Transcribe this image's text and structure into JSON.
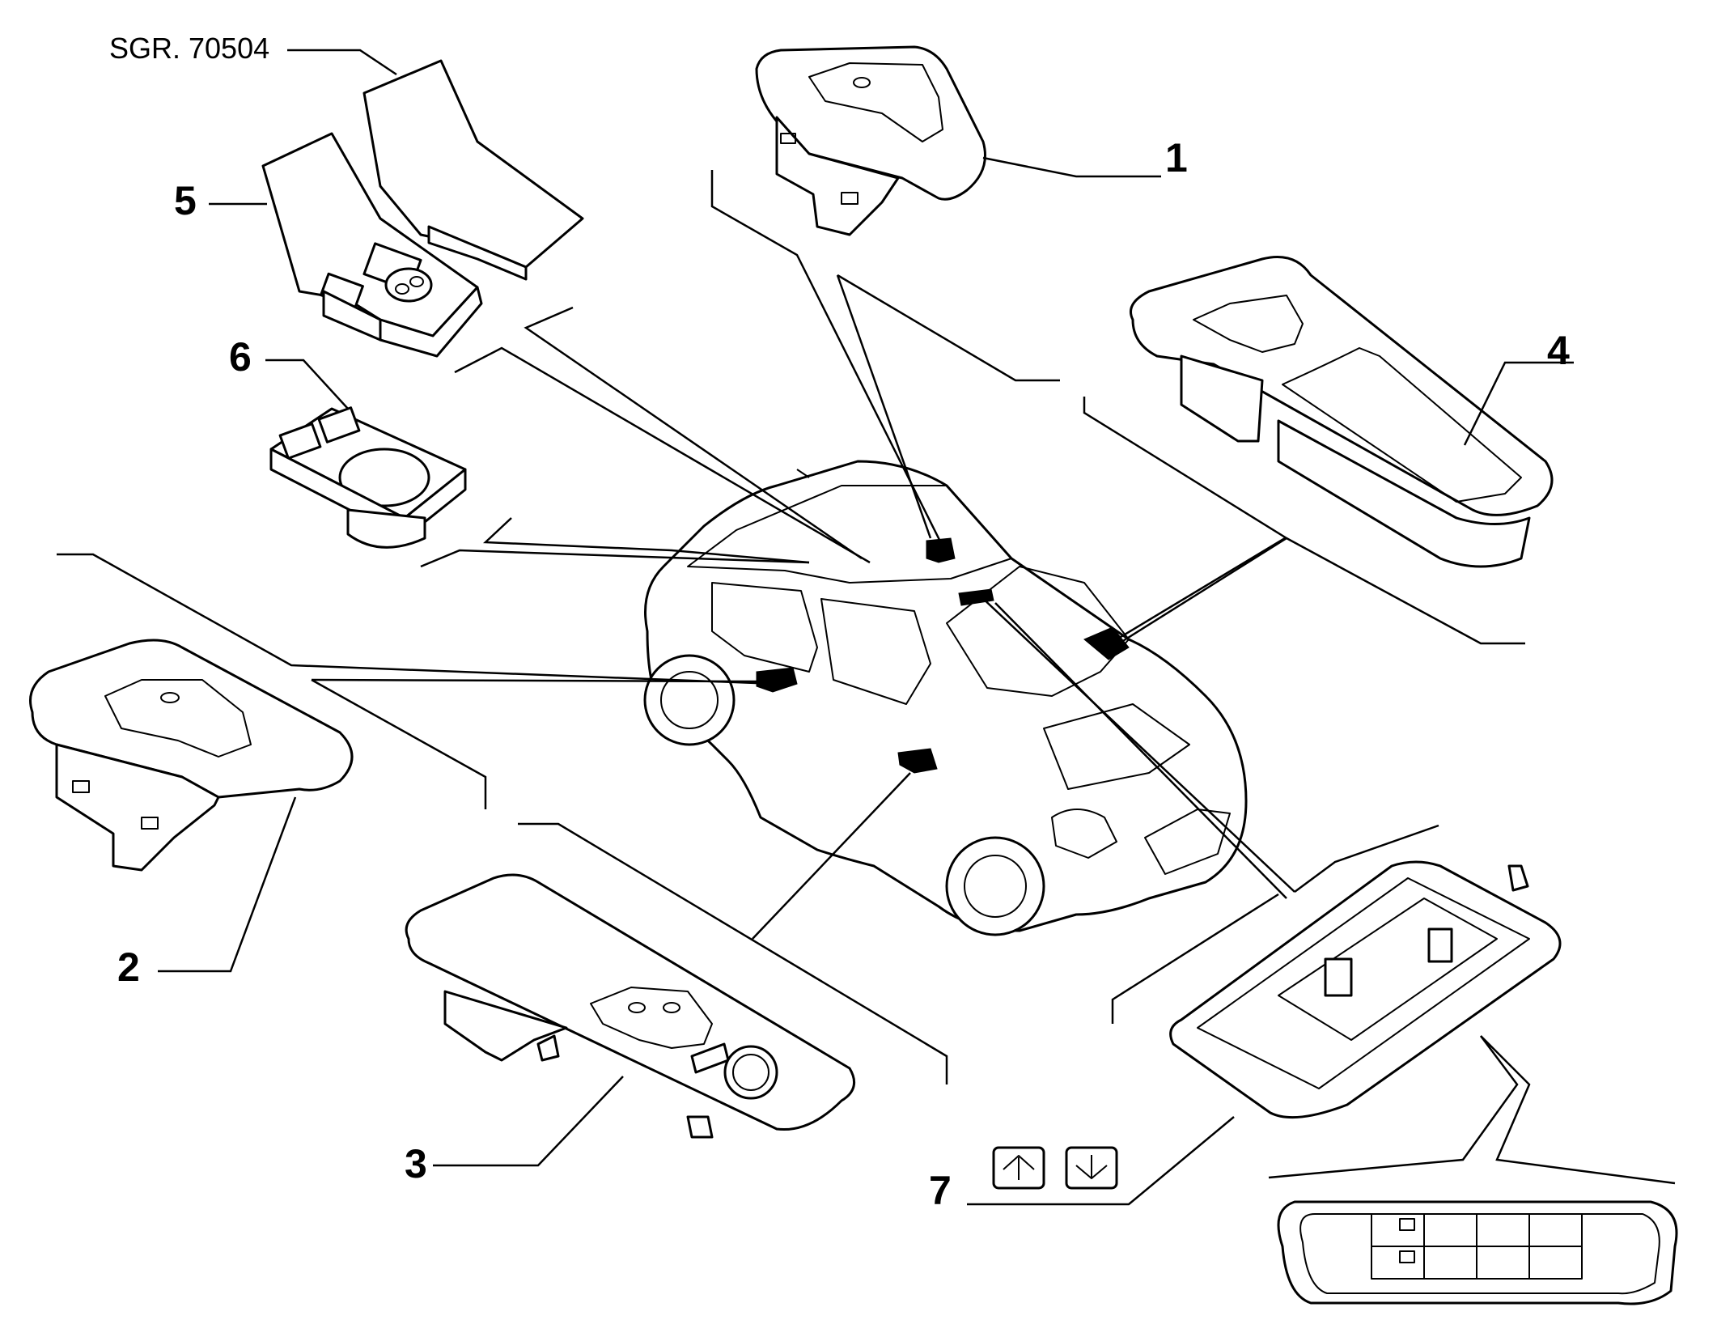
{
  "diagram": {
    "reference_code": "SGR. 70504",
    "parts": [
      {
        "id": "1",
        "label": "1",
        "icon": "rear-window-switch-icon"
      },
      {
        "id": "2",
        "label": "2",
        "icon": "rear-window-switch-left-icon"
      },
      {
        "id": "3",
        "label": "3",
        "icon": "driver-window-switch-panel-icon"
      },
      {
        "id": "4",
        "label": "4",
        "icon": "passenger-window-switch-tray-icon"
      },
      {
        "id": "5",
        "label": "5",
        "icon": "switch-panel-cover-icon"
      },
      {
        "id": "6",
        "label": "6",
        "icon": "seat-switch-block-icon"
      },
      {
        "id": "7",
        "label": "7",
        "icon": "sunroof-control-panel-icon"
      }
    ],
    "vehicle_icon": "hatchback-car-icon",
    "sunroof_button_icons": [
      "sunroof-open-icon",
      "sunroof-close-icon"
    ]
  }
}
